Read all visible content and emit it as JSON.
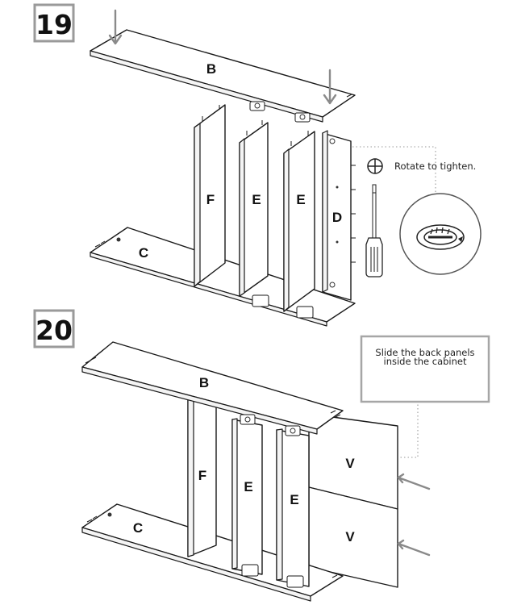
{
  "steps": [
    {
      "number": "19",
      "panels": {
        "top": "B",
        "bottom": "C",
        "left_side": "F",
        "divider_1": "E",
        "divider_2": "E",
        "right_side": "D"
      },
      "instruction": "Rotate to tighten."
    },
    {
      "number": "20",
      "panels": {
        "top": "B",
        "bottom": "C",
        "left_side": "F",
        "divider_1": "E",
        "divider_2": "E",
        "back_upper": "V",
        "back_lower": "V"
      },
      "instruction_line_1": "Slide the back panels",
      "instruction_line_2": "inside the cabinet"
    }
  ],
  "icons": [
    "down-arrow-icon",
    "plus-icon",
    "screwdriver-icon",
    "cam-lock-icon",
    "push-arrow-icon"
  ]
}
